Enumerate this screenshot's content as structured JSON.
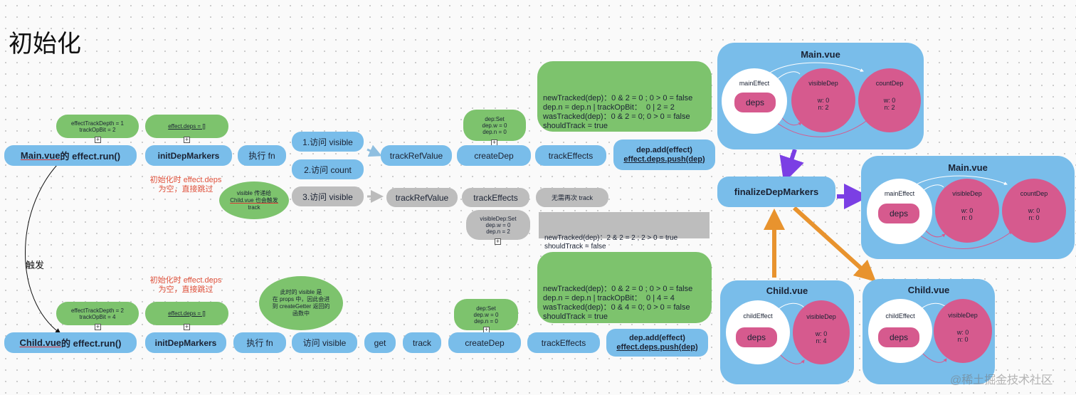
{
  "title": "初始化",
  "trigger_label": "触发",
  "watermark": "@稀土掘金技术社区",
  "row1": {
    "main_run": "Main.vue 的 effect.run()",
    "main_run_file": "Main.vue",
    "main_run_rest": " 的 effect.run()",
    "note_depth": [
      "effectTrackDepth = 1",
      "trackOpBit = 2"
    ],
    "note_deps": "effect.deps = []",
    "init_dep_markers": "initDepMarkers",
    "skip_note": [
      "初始化时 effect.deps",
      "为空，直接跳过"
    ],
    "exec_fn": "执行 fn",
    "access1": "1.访问 visible",
    "access2": "2.访问 count",
    "access3": "3.访问 visible",
    "track_ref_value": "trackRefValue",
    "create_dep": "createDep",
    "create_dep_note": [
      "dep:Set",
      "dep.w = 0",
      "dep.n = 0"
    ],
    "track_effects": "trackEffects",
    "dep_add": [
      "dep.add(effect)",
      "effect.deps.push(dep)"
    ],
    "big_note": [
      "newTracked(dep)：0 & 2 = 0 ; 0 > 0 = false",
      "dep.n = dep.n | trackOpBit：  0 | 2 = 2",
      "wasTracked(dep)：0 & 2 = 0; 0 > 0 = false",
      "shouldTrack = true"
    ],
    "visible_bubble": [
      "visible 传递给",
      "Child.vue 也会触发",
      "track"
    ],
    "track_ref_value2": "trackRefValue",
    "track_effects2": "trackEffects",
    "no_retrack": "无需再次 track",
    "visible_dep_note": [
      "visibleDep:Set",
      "dep.w = 0",
      "dep.n = 2"
    ],
    "gray_note": [
      "newTracked(dep)：2 & 2 = 2 ; 2 > 0 = true",
      "shouldTrack = false"
    ]
  },
  "row2": {
    "child_run": "Child.vue 的 effect.run()",
    "child_run_file": "Child.vue",
    "child_run_rest": " 的 effect.run()",
    "note_depth": [
      "effectTrackDepth = 2",
      "trackOpBit = 4"
    ],
    "note_deps": "effect.deps = []",
    "init_dep_markers": "initDepMarkers",
    "skip_note": [
      "初始化时 effect.deps",
      "为空，直接跳过"
    ],
    "exec_fn": "执行 fn",
    "access_visible": "访问 visible",
    "props_bubble": [
      "此时的 visible 是",
      "在 props 中，因此会进",
      "到 createGetter 返回的",
      "函数中"
    ],
    "get": "get",
    "track": "track",
    "create_dep": "createDep",
    "create_dep_note": [
      "dep:Set",
      "dep.w = 0",
      "dep.n = 0"
    ],
    "track_effects": "trackEffects",
    "dep_add": [
      "dep.add(effect)",
      "effect.deps.push(dep)"
    ],
    "big_note": [
      "newTracked(dep)：0 & 2 = 0 ; 0 > 0 = false",
      "dep.n = dep.n | trackOpBit：  0 | 4 = 4",
      "wasTracked(dep)：0 & 4 = 0; 0 > 0 = false",
      "shouldTrack = true"
    ]
  },
  "finalize": "finalizeDepMarkers",
  "panels": {
    "main_before": {
      "title": "Main.vue",
      "effect": "mainEffect",
      "deps": "deps",
      "dep1": {
        "name": "visibleDep",
        "w": "w: 0",
        "n": "n: 2"
      },
      "dep2": {
        "name": "countDep",
        "w": "w: 0",
        "n": "n: 2"
      }
    },
    "main_after": {
      "title": "Main.vue",
      "effect": "mainEffect",
      "deps": "deps",
      "dep1": {
        "name": "visibleDep",
        "w": "w: 0",
        "n": "n: 0"
      },
      "dep2": {
        "name": "countDep",
        "w": "w: 0",
        "n": "n: 0"
      }
    },
    "child_before": {
      "title": "Child.vue",
      "effect": "childEffect",
      "deps": "deps",
      "dep1": {
        "name": "visibleDep",
        "w": "w: 0",
        "n": "n: 4"
      }
    },
    "child_after": {
      "title": "Child.vue",
      "effect": "childEffect",
      "deps": "deps",
      "dep1": {
        "name": "visibleDep",
        "w": "w: 0",
        "n": "n: 0"
      }
    }
  },
  "colors": {
    "pill": "#79bdea",
    "note": "#7dc36d",
    "gray": "#bdbdbd",
    "dep": "#d65a8e",
    "red": "#e0523c",
    "purple": "#7b3fe4",
    "orange": "#e8932e"
  }
}
